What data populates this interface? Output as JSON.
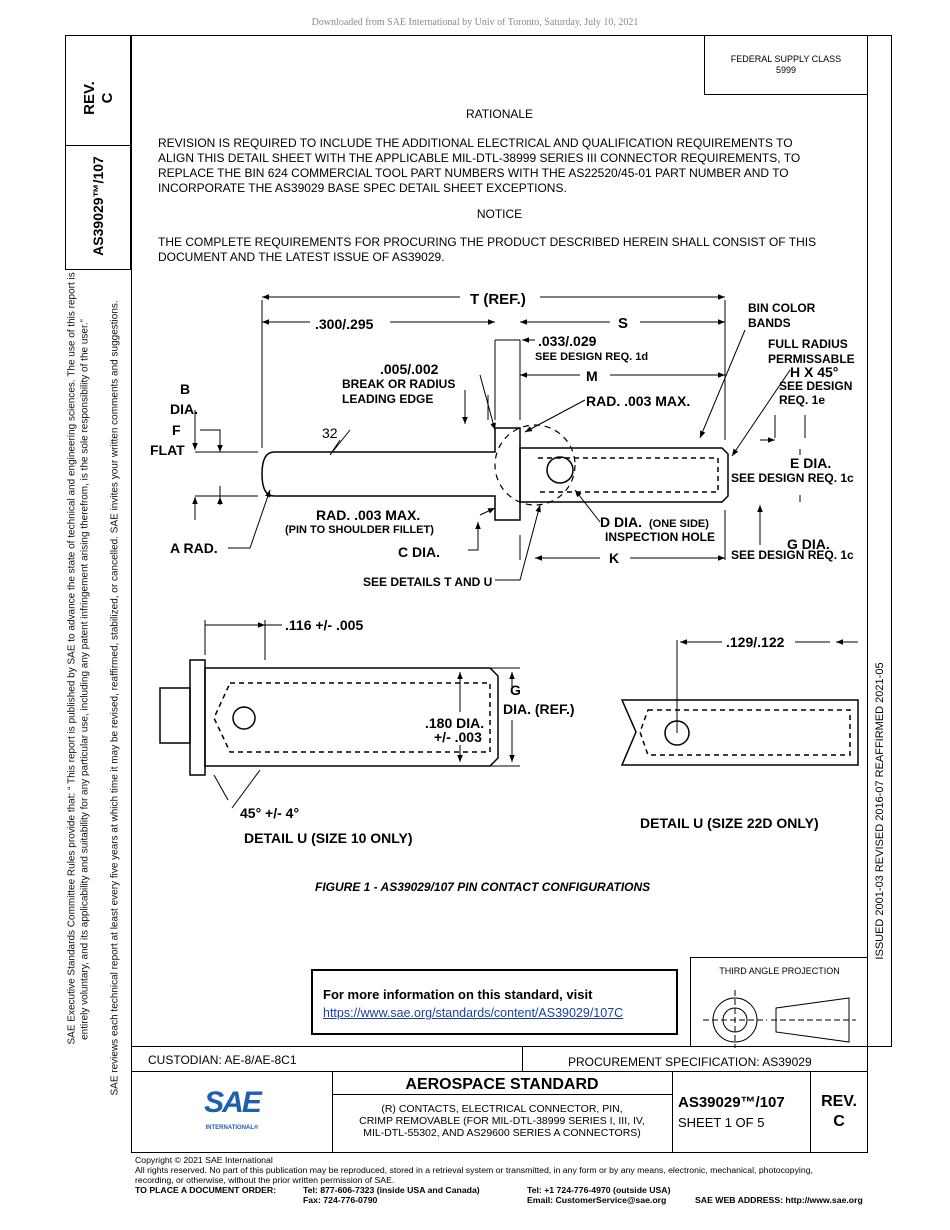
{
  "header": {
    "download_notice": "Downloaded from SAE International by Univ of Toronto, Saturday, July 10, 2021"
  },
  "left_strip": {
    "rev_label": "REV.",
    "rev_value": "C",
    "doc_number": "AS39029™/107",
    "note_line1": "SAE Executive Standards Committee Rules provide that: “ This report is published by SAE to advance the state of technical and engineering sciences. The use of this report is",
    "note_line2": "entirely voluntary, and its applicability and suitability for any particular use, including any patent infringement arising therefrom, is the sole responsibility of the user.”",
    "note_line3": "SAE reviews each technical report at least every five years at which time it may be revised, reaffirmed, stabilized, or cancelled. SAE invites your written comments and suggestions."
  },
  "right_strip": {
    "history": "ISSUED 2001-03    REVISED 2016-07    REAFFIRMED 2021-05"
  },
  "supply_class": {
    "label": "FEDERAL SUPPLY CLASS",
    "value": "5999"
  },
  "rationale": {
    "heading": "RATIONALE",
    "lines": [
      "REVISION IS REQUIRED TO INCLUDE THE ADDITIONAL ELECTRICAL AND QUALIFICATION REQUIREMENTS TO",
      "ALIGN THIS DETAIL SHEET WITH THE APPLICABLE MIL-DTL-38999 SERIES III CONNECTOR REQUIREMENTS, TO",
      "REPLACE THE BIN 624 COMMERCIAL TOOL PART NUMBERS WITH THE AS22520/45-01 PART NUMBER AND TO",
      "INCORPORATE THE AS39029 BASE SPEC DETAIL SHEET EXCEPTIONS."
    ]
  },
  "notice": {
    "heading": "NOTICE",
    "lines": [
      "THE COMPLETE REQUIREMENTS FOR PROCURING THE PRODUCT DESCRIBED HEREIN SHALL CONSIST OF THIS",
      "DOCUMENT AND THE LATEST ISSUE OF AS39029."
    ]
  },
  "drawing": {
    "t_ref": "T (REF.)",
    "dim_300": ".300/.295",
    "s": "S",
    "bin_color_1": "BIN COLOR",
    "bin_color_2": "BANDS",
    "dim_033": ".033/.029",
    "see_1d": "SEE DESIGN REQ. 1d",
    "full_radius_1": "FULL RADIUS",
    "full_radius_2": "PERMISSABLE",
    "h_45": "H X 45°",
    "see_1e_1": "SEE DESIGN",
    "see_1e_2": "REQ. 1e",
    "dim_005": ".005/.002",
    "break_1": "BREAK OR RADIUS",
    "break_2": "LEADING EDGE",
    "m": "M",
    "rad_003_top": "RAD. .003 MAX.",
    "b": "B",
    "dia": "DIA.",
    "f": "F",
    "flat": "FLAT",
    "finish": "32",
    "e_dia": "E DIA.",
    "see_1c_a": "SEE DESIGN REQ. 1c",
    "rad_003_fillet": "RAD. .003 MAX.",
    "fillet_note": "(PIN TO SHOULDER FILLET)",
    "d_dia": "D DIA.",
    "one_side": "(ONE SIDE)",
    "inspection": "INSPECTION HOLE",
    "a_rad": "A RAD.",
    "c_dia": "C DIA.",
    "k": "K",
    "g_dia": "G DIA.",
    "see_1c_b": "SEE DESIGN REQ. 1c",
    "see_details": "SEE DETAILS T AND U",
    "dim_116": ".116 +/- .005",
    "g_label": "G",
    "g_dia_ref": "DIA. (REF.)",
    "dim_180_1": ".180 DIA.",
    "dim_180_2": "+/- .003",
    "dim_129": ".129/.122",
    "angle": "45° +/- 4°",
    "detail_u10": "DETAIL U (SIZE 10 ONLY)",
    "detail_u22": "DETAIL U (SIZE 22D ONLY)",
    "caption": "FIGURE 1 - AS39029/107 PIN CONTACT CONFIGURATIONS"
  },
  "info_box": {
    "title": "For more information on this standard, visit",
    "link": "https://www.sae.org/standards/content/AS39029/107C"
  },
  "projection": {
    "label": "THIRD ANGLE PROJECTION"
  },
  "custodian": "CUSTODIAN: AE-8/AE-8C1",
  "procurement": "PROCUREMENT SPECIFICATION: AS39029",
  "title_block": {
    "logo": "SAE",
    "logo_sub": "INTERNATIONAL®",
    "standard": "AEROSPACE STANDARD",
    "desc1": "(R) CONTACTS, ELECTRICAL CONNECTOR, PIN,",
    "desc2": "CRIMP REMOVABLE (FOR MIL-DTL-38999 SERIES I, III, IV,",
    "desc3": "MIL-DTL-55302, AND AS29600 SERIES A CONNECTORS)",
    "doc_number": "AS39029™/107",
    "sheet": "SHEET 1 OF 5",
    "rev_label": "REV.",
    "rev_value": "C"
  },
  "footer": {
    "copyright": "Copyright © 2021 SAE International",
    "rights1": "All rights reserved. No part of this publication may be reproduced, stored in a retrieval system or transmitted, in any form or by any means, electronic, mechanical, photocopying,",
    "rights2": "recording, or otherwise, without the prior written permission of SAE.",
    "order_label": "TO PLACE A DOCUMENT ORDER:",
    "tel_usa": "Tel:  877-606-7323 (inside USA and Canada)",
    "fax": "Fax:  724-776-0790",
    "tel_out": "Tel:   +1 724-776-4970 (outside USA)",
    "email": "Email:  CustomerService@sae.org",
    "web": "SAE WEB ADDRESS: http://www.sae.org"
  }
}
